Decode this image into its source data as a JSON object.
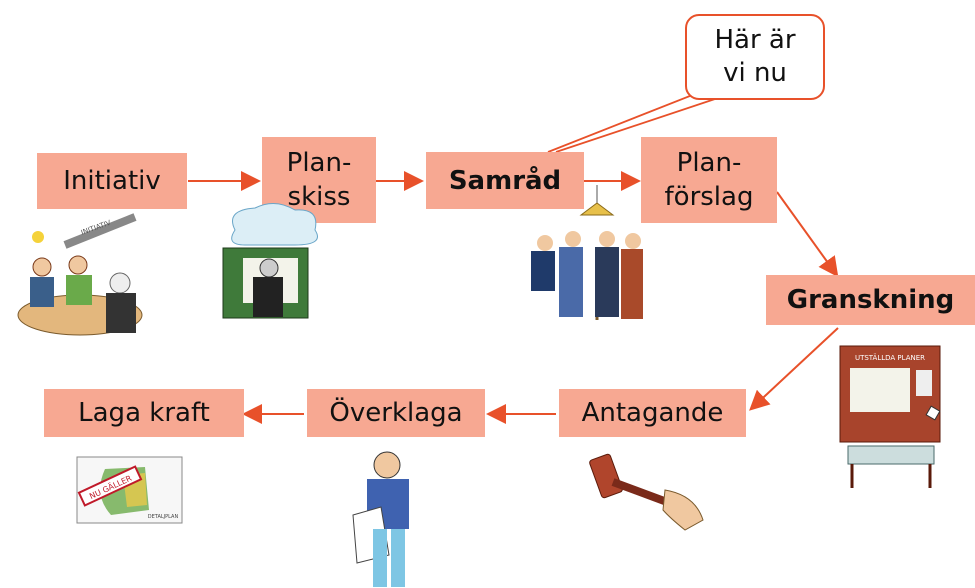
{
  "steps": {
    "initiativ": "Initiativ",
    "planskiss": "Plan-\nskiss",
    "samrad": "Samråd",
    "planforslag": "Plan-\nförslag",
    "granskning": "Granskning",
    "antagande": "Antagande",
    "overklaga": "Överklaga",
    "laga_kraft": "Laga kraft"
  },
  "callout": "Här är\nvi nu",
  "illustration_text": {
    "initiativ_sign": "INITIATIV",
    "utstallda_planer": "UTSTÄLLDA PLANER",
    "nu_galler": "NU GÄLLER",
    "detaljplan": "DETALJPLAN"
  },
  "colors": {
    "box_fill": "#f7a892",
    "arrow": "#e8512a"
  }
}
